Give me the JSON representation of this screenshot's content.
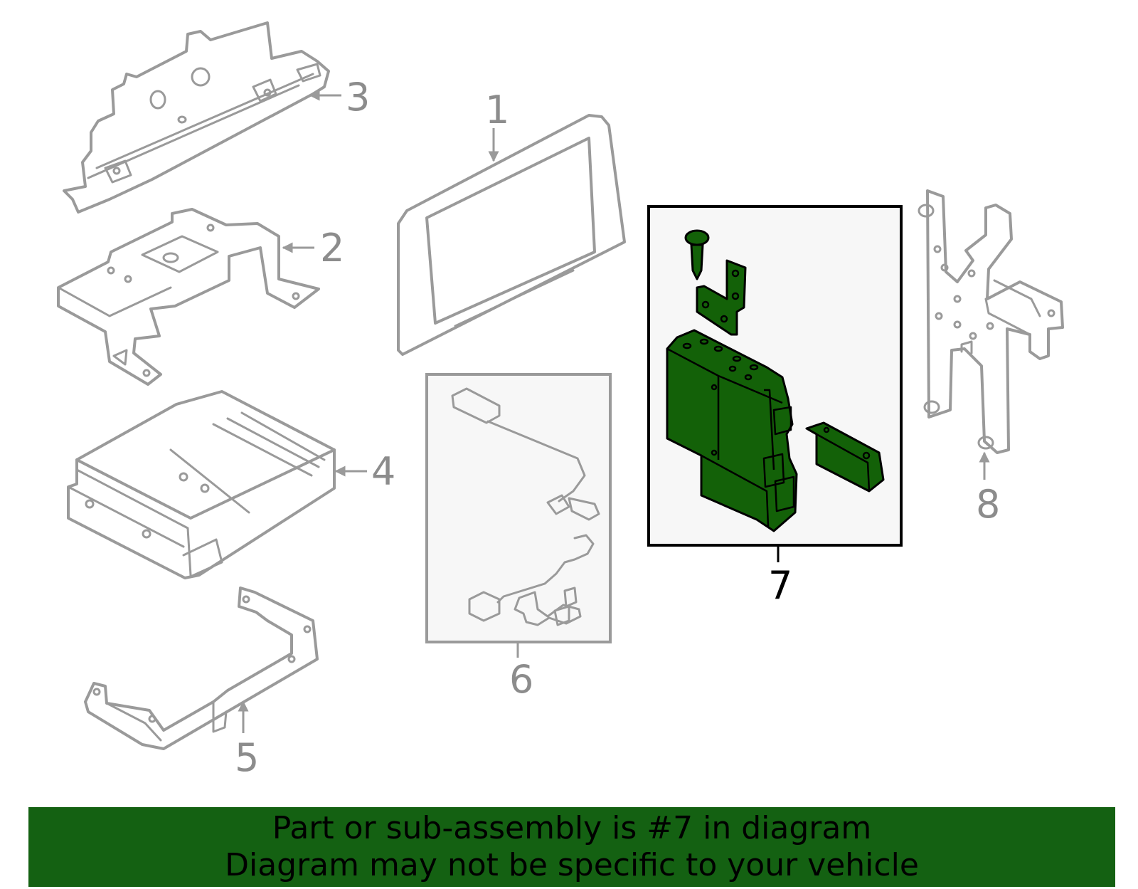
{
  "colors": {
    "highlight_part": "#136108",
    "banner_bg": "#146112",
    "line_gray": "#9a9a9a",
    "box_bg": "#f7f7f7"
  },
  "callouts": [
    "1",
    "2",
    "3",
    "4",
    "5",
    "6",
    "7",
    "8"
  ],
  "highlighted_callout": "7",
  "banner": {
    "line1": "Part or sub-assembly is #7 in diagram",
    "line2": "Diagram may not be specific to your vehicle"
  }
}
